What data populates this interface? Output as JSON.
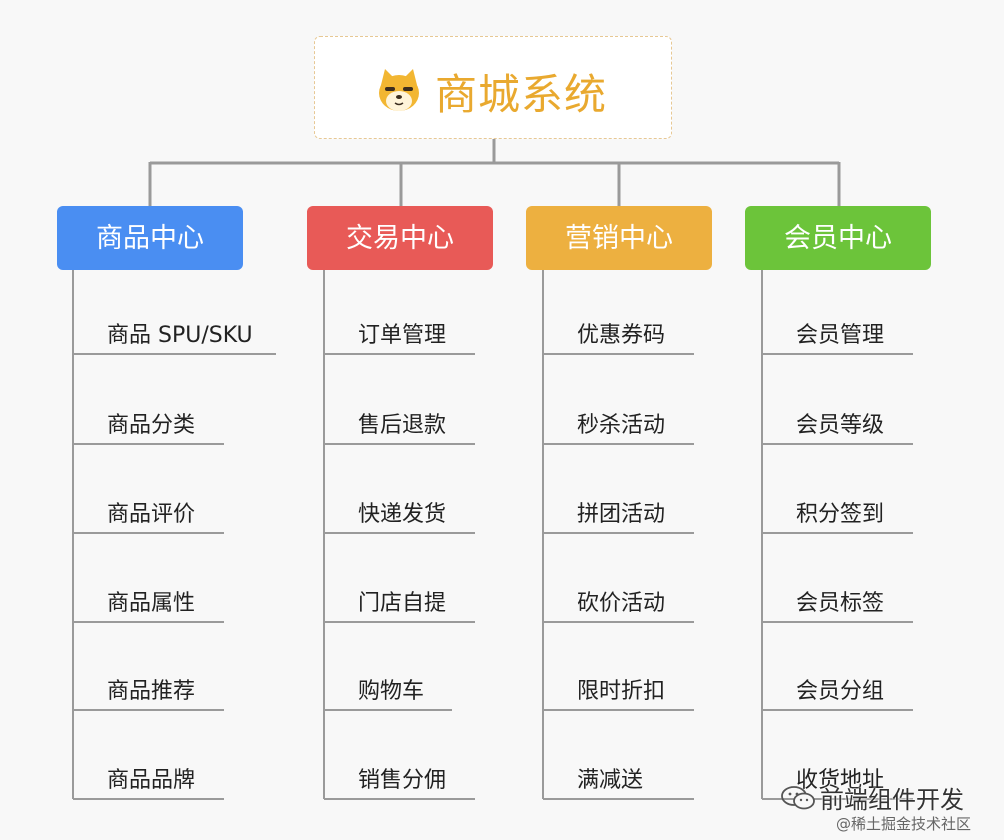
{
  "root": {
    "title": "商城系统",
    "icon": "shiba-dog-mascot-icon"
  },
  "colors": {
    "root_text": "#e9a92f",
    "line": "#9a9a9a",
    "categories": [
      "#4a8ef2",
      "#e85a57",
      "#edb040",
      "#6cc43a"
    ]
  },
  "categories": [
    {
      "title": "商品中心",
      "items": [
        "商品 SPU/SKU",
        "商品分类",
        "商品评价",
        "商品属性",
        "商品推荐",
        "商品品牌"
      ]
    },
    {
      "title": "交易中心",
      "items": [
        "订单管理",
        "售后退款",
        "快递发货",
        "门店自提",
        "购物车",
        "销售分佣"
      ]
    },
    {
      "title": "营销中心",
      "items": [
        "优惠券码",
        "秒杀活动",
        "拼团活动",
        "砍价活动",
        "限时折扣",
        "满减送"
      ]
    },
    {
      "title": "会员中心",
      "items": [
        "会员管理",
        "会员等级",
        "积分签到",
        "会员标签",
        "会员分组",
        "收货地址"
      ]
    }
  ],
  "watermark": {
    "channel": "前端组件开发",
    "site": "@稀土掘金技术社区"
  }
}
